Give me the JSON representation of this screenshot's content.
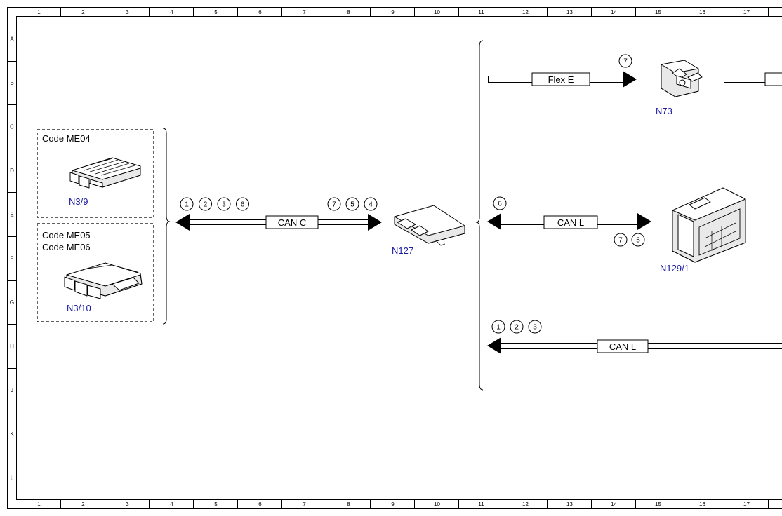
{
  "grid": {
    "columns": [
      "1",
      "2",
      "3",
      "4",
      "5",
      "6",
      "7",
      "8",
      "9",
      "10",
      "11",
      "12",
      "13",
      "14",
      "15",
      "16",
      "17"
    ],
    "rows": [
      "A",
      "B",
      "C",
      "D",
      "E",
      "F",
      "G",
      "H",
      "J",
      "K",
      "L"
    ]
  },
  "variant_group": {
    "top": {
      "code_lines": [
        "Code ME04"
      ],
      "ref": "N3/9"
    },
    "bottom": {
      "code_lines": [
        "Code ME05",
        "Code ME06"
      ],
      "ref": "N3/10"
    }
  },
  "buses": {
    "can_c": {
      "label": "CAN C",
      "left_circles": [
        "1",
        "2",
        "3",
        "6"
      ],
      "right_circles": [
        "7",
        "5",
        "4"
      ]
    },
    "flex_e": {
      "label": "Flex E",
      "circles": [
        "7"
      ]
    },
    "can_l_upper": {
      "label": "CAN L",
      "left_circles": [
        "6"
      ],
      "right_circles": [
        "7",
        "5"
      ]
    },
    "can_l_lower": {
      "label": "CAN L",
      "circles": [
        "1",
        "2",
        "3"
      ]
    }
  },
  "components": {
    "gateway": {
      "ref": "N127",
      "icon": "control-unit-icon"
    },
    "ignition": {
      "ref": "N73",
      "icon": "ignition-switch-icon"
    },
    "module": {
      "ref": "N129/1",
      "icon": "connector-module-icon"
    },
    "ecu_top_icon": "engine-control-unit-icon",
    "ecu_bottom_icon": "engine-control-unit-icon"
  },
  "colors": {
    "reference_text": "#1a1aa6",
    "lines": "#000000",
    "background": "#ffffff"
  }
}
